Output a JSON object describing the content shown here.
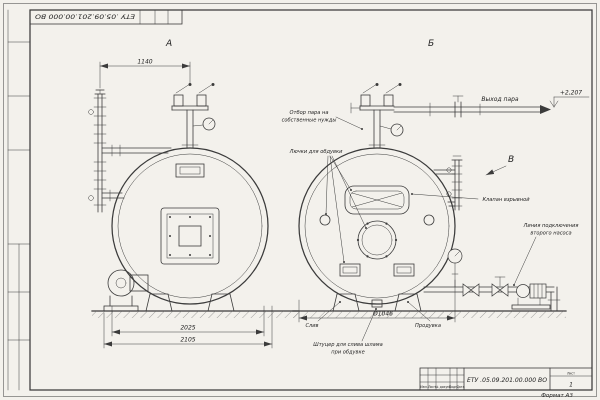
{
  "stamp": {
    "code_inverted": "ЕТУ .05.09.201.00.000 ВО"
  },
  "title_block": {
    "doc_code": "ЕТУ .05.09.201.00.000 ВО",
    "col_izm": "Изм.",
    "col_list": "Лист",
    "col_doc": "№ докум.",
    "col_podp": "Подп.",
    "col_data": "Дата",
    "sheet_label": "Лист",
    "sheet_number": "1",
    "format_note": "Формат А3"
  },
  "views": {
    "front_label": "А",
    "rear_label": "Б",
    "side_label": "В"
  },
  "dims": {
    "valve_spacing": "1140",
    "shell_length": "2025",
    "overall_length": "2105",
    "shell_diameter": "Ø1046"
  },
  "callouts": {
    "steam_outlet": "Выход пара",
    "elevation_mark": "+2,207",
    "own_needs_line1": "Отбор пара на",
    "own_needs_line2": "собственные нужды",
    "blow_hatches": "Лючки для обдувки",
    "explosion_valve": "Клапан взрывной",
    "second_pump_line1": "Линия подключения",
    "second_pump_line2": "второго насоса",
    "drain": "Слив",
    "blowdown": "Продувка",
    "sludge_line1": "Штуцер для слива шлама",
    "sludge_line2": "при обдувке"
  }
}
